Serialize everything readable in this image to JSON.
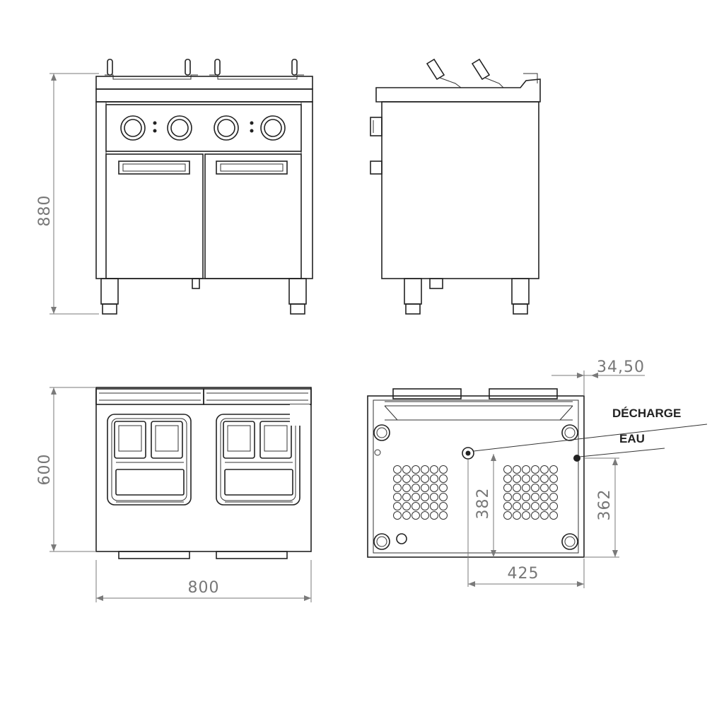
{
  "dimensions": {
    "height": "880",
    "depth": "600",
    "width": "800",
    "offset_top": "34,50",
    "drain_y": "382",
    "water_y": "362",
    "drain_x": "425"
  },
  "labels": {
    "drain": "DÉCHARGE",
    "water": "EAU"
  }
}
